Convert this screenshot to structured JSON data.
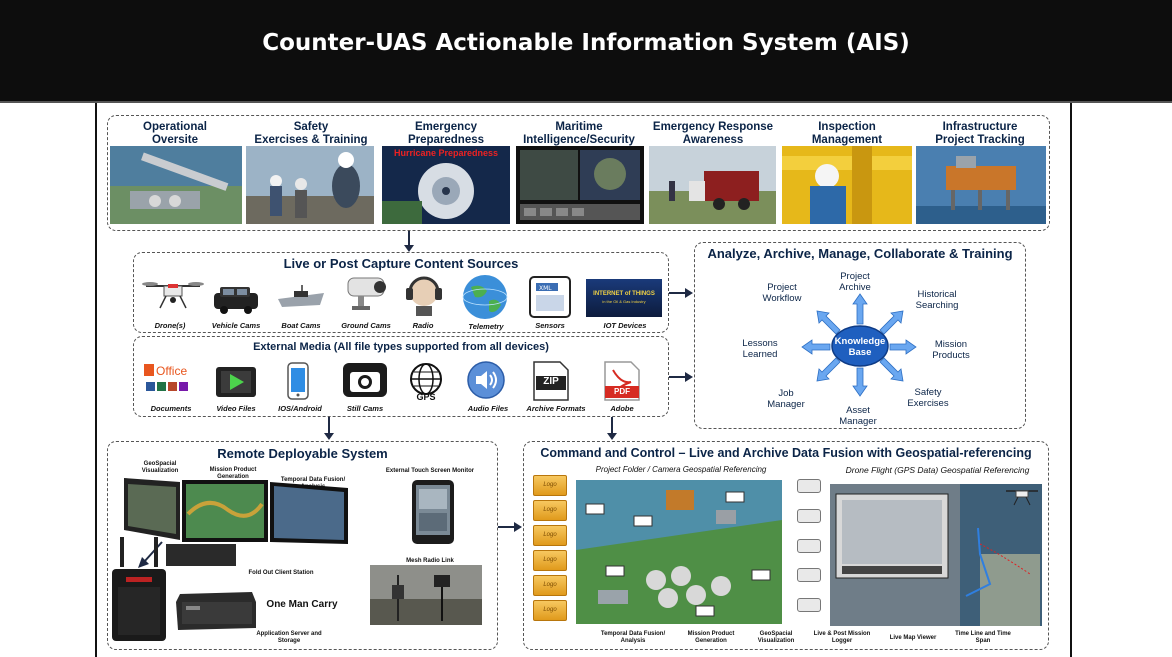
{
  "header": {
    "title": "Counter-UAS Actionable Information System (AIS)"
  },
  "use_cases": [
    {
      "label": "Operational\nOversite",
      "image": "oil-terminal-aerial"
    },
    {
      "label": "Safety\nExercises & Training",
      "image": "workers-hardhats"
    },
    {
      "label": "Emergency\nPreparedness",
      "image": "hurricane-satellite",
      "overlay": "Hurricane Preparedness"
    },
    {
      "label": "Maritime\nIntelligence/Security",
      "image": "monitoring-screens"
    },
    {
      "label": "Emergency Response\nAwareness",
      "image": "response-trailer"
    },
    {
      "label": "Inspection\nManagement",
      "image": "pipe-inspector"
    },
    {
      "label": "Infrastructure\nProject Tracking",
      "image": "offshore-platform"
    }
  ],
  "live_sources": {
    "title": "Live or Post Capture Content Sources",
    "items": [
      {
        "label": "Drone(s)",
        "icon": "drone-icon"
      },
      {
        "label": "Vehicle Cams",
        "icon": "suv-icon"
      },
      {
        "label": "Boat Cams",
        "icon": "boat-icon"
      },
      {
        "label": "Ground Cams",
        "icon": "security-camera-icon"
      },
      {
        "label": "Radio",
        "icon": "headset-icon"
      },
      {
        "label": "Telemetry",
        "icon": "globe-icon"
      },
      {
        "label": "Sensors",
        "icon": "xml-file-icon"
      },
      {
        "label": "IOT Devices",
        "icon": "iot-banner-icon",
        "banner": "INTERNET of THINGS",
        "banner_sub": "in the Oil & Gas Industry"
      }
    ]
  },
  "external_media": {
    "title": "External Media (All file types supported from all devices)",
    "items": [
      {
        "label": "Documents",
        "icon": "office-icon",
        "text": "Office"
      },
      {
        "label": "Video Files",
        "icon": "video-play-icon"
      },
      {
        "label": "IOS/Android",
        "icon": "phone-icon"
      },
      {
        "label": "Still Cams",
        "icon": "camera-icon"
      },
      {
        "label": "",
        "icon": "gps-globe-icon",
        "text": "GPS"
      },
      {
        "label": "Audio Files",
        "icon": "speaker-icon"
      },
      {
        "label": "Archive Formats",
        "icon": "zip-file-icon",
        "text": "ZIP"
      },
      {
        "label": "Adobe",
        "icon": "pdf-file-icon",
        "text": "PDF"
      }
    ]
  },
  "analyze": {
    "title": "Analyze, Archive, Manage, Collaborate & Training",
    "center": "Knowledge\nBase",
    "spokes": [
      "Project\nArchive",
      "Historical\nSearching",
      "Mission\nProducts",
      "Safety\nExercises",
      "Asset\nManager",
      "Job\nManager",
      "Lessons\nLearned",
      "Project\nWorkflow"
    ]
  },
  "remote": {
    "title": "Remote Deployable System",
    "labels": [
      "GeoSpacial\nVisualization",
      "Mission Product\nGeneration",
      "Temporal Data Fusion/\nAnalysis",
      "External Touch Screen Monitor",
      "Fold Out Client Station",
      "Mesh Radio Link",
      "Application Server and\nStorage"
    ],
    "one_man": "One Man Carry"
  },
  "c2": {
    "title": "Command and Control – Live and Archive Data Fusion with Geospatial-referencing",
    "left_caption": "Project Folder / Camera Geospatial Referencing",
    "right_caption": "Drone Flight (GPS Data) Geospatial Referencing",
    "folder_text": "Logo",
    "bottom_labels": [
      "Temporal Data Fusion/\nAnalysis",
      "Mission Product\nGeneration",
      "GeoSpacial\nVisualization",
      "Live & Post Mission\nLogger",
      "Live Map Viewer",
      "Time Line and Time\nSpan"
    ]
  },
  "colors": {
    "header_bg": "#0d0d0d",
    "title_text": "#0b2447",
    "arrow": "#1f2a44",
    "kb_blue": "#1f5fbf",
    "spoke_blue": "#6aa7f0"
  }
}
